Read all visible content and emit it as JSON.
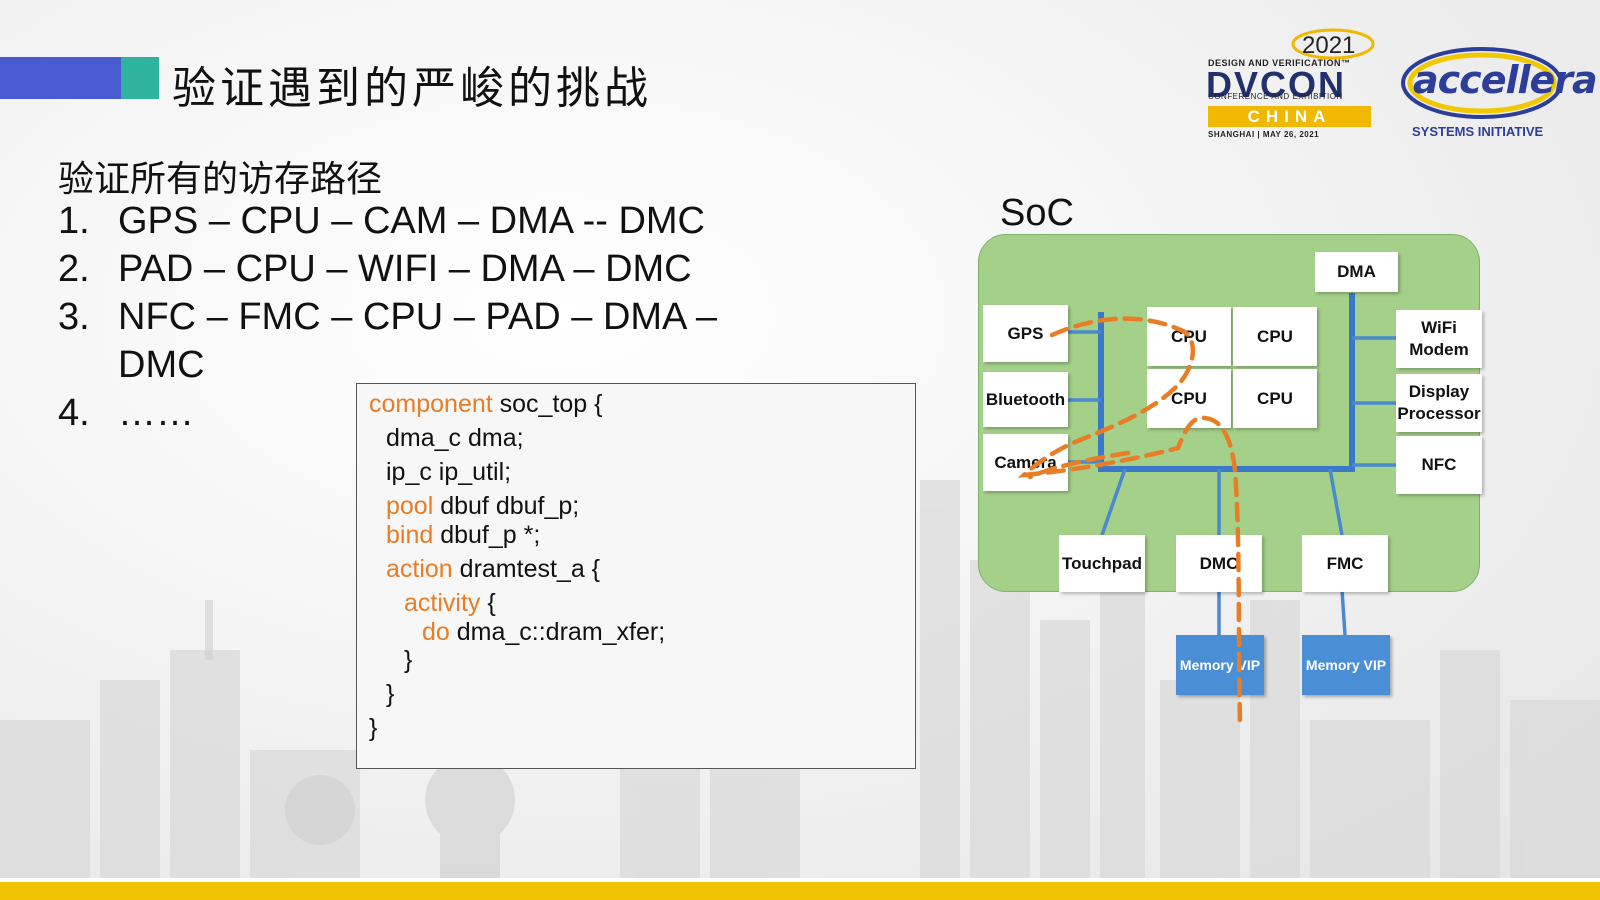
{
  "title": "验证遇到的严峻的挑战",
  "logos": {
    "dvcon_year": "2021",
    "dvcon_top": "DESIGN AND VERIFICATION™",
    "dvcon_main": "DVCON",
    "dvcon_conference": "CONFERENCE AND EXHIBITION",
    "dvcon_region": "CHINA",
    "dvcon_location": "SHANGHAI | MAY 26, 2021",
    "accellera_name": "accellera",
    "accellera_sub": "SYSTEMS INITIATIVE"
  },
  "content": {
    "heading": "验证所有的访存路径",
    "paths": [
      {
        "num": "1.",
        "text": "GPS – CPU – CAM – DMA -- DMC"
      },
      {
        "num": "2.",
        "text": "PAD – CPU – WIFI – DMA – DMC"
      },
      {
        "num": "3.",
        "text": "NFC – FMC – CPU – PAD – DMA –"
      },
      {
        "num": "",
        "text": "DMC"
      },
      {
        "num": "4.",
        "text": "……"
      }
    ]
  },
  "code": {
    "l1_kw": "component",
    "l1": " soc_top {",
    "l2": "dma_c dma;",
    "l3": "ip_c ip_util;",
    "l4_kw": "pool",
    "l4": " dbuf dbuf_p;",
    "l5_kw": "bind",
    "l5": " dbuf_p *;",
    "l6_kw": "action",
    "l6": " dramtest_a {",
    "l7_kw": "activity",
    "l7": " {",
    "l8_kw": "do",
    "l8": " dma_c::dram_xfer;",
    "l9": "}",
    "l10": "}",
    "l11": "}"
  },
  "soc": {
    "label": "SoC",
    "blocks": {
      "dma": "DMA",
      "gps": "GPS",
      "bluetooth": "Bluetooth",
      "camera": "Camera",
      "cpu1": "CPU",
      "cpu2": "CPU",
      "cpu3": "CPU",
      "cpu4": "CPU",
      "wifi": "WiFi Modem",
      "display": "Display Processor",
      "nfc": "NFC",
      "touchpad": "Touchpad",
      "dmc": "DMC",
      "fmc": "FMC",
      "mem_vip1": "Memory VIP",
      "mem_vip2": "Memory VIP"
    },
    "colors": {
      "board": "#a5d08a",
      "bus": "#3a78c8",
      "path": "#e87d26",
      "vip": "#4a8fd6"
    }
  },
  "theme": {
    "accent_blue": "#4a5ad2",
    "accent_teal": "#2db39e",
    "bottom_bar": "#f2c300",
    "keyword": "#e87d26"
  }
}
